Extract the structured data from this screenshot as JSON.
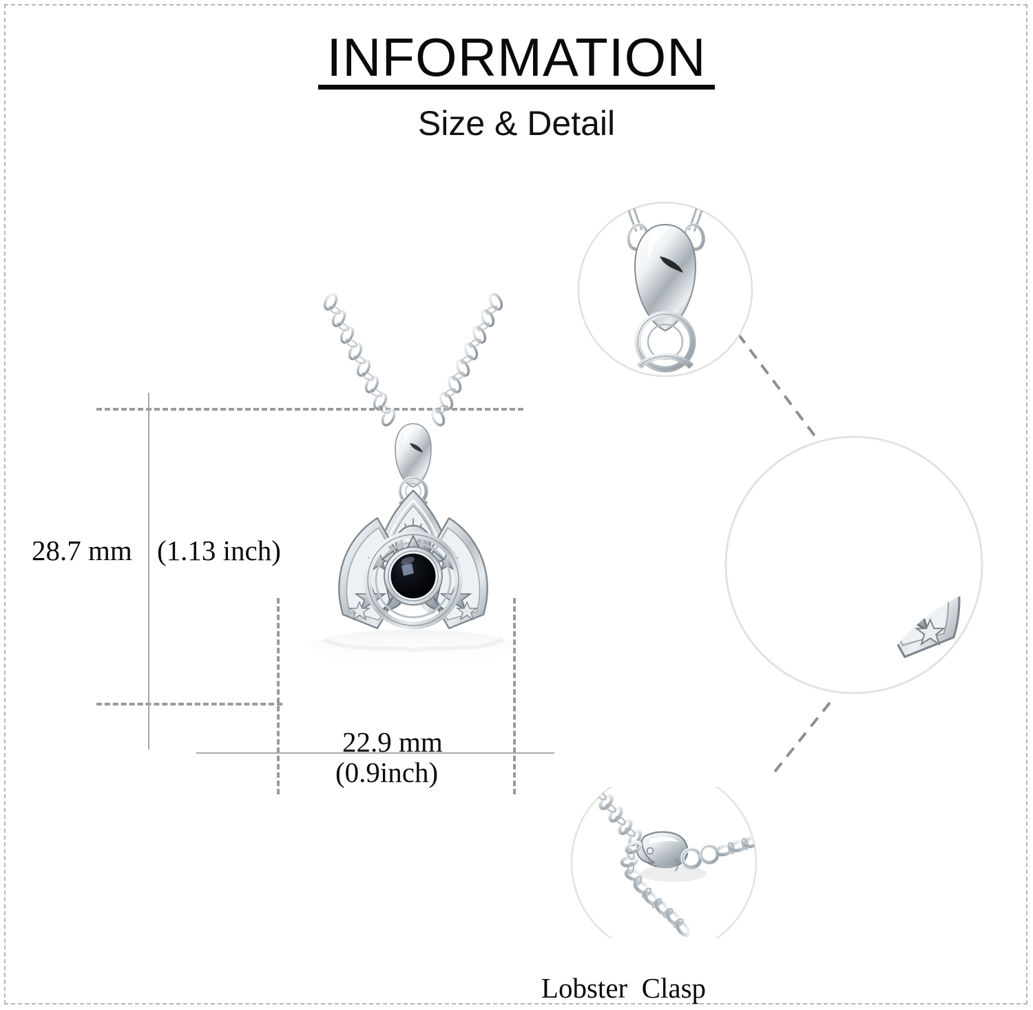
{
  "header": {
    "title": "INFORMATION",
    "subtitle": "Size & Detail"
  },
  "measurements": {
    "height_mm": "28.7 mm",
    "height_inch": "(1.13 inch)",
    "width_mm": "22.9 mm",
    "width_inch": "(0.9inch)"
  },
  "callouts": {
    "clasp_label": "Lobster  Clasp"
  },
  "product": {
    "type": "necklace",
    "pendant": "celtic-triquetra-sun-moon-star-pendant",
    "gemstone_color": "#0a0a12",
    "metal_color": "#d9dde1",
    "chain_style": "cable-chain",
    "clasp_style": "lobster-clasp"
  },
  "styling": {
    "frame_dash_color": "#b5b5b5",
    "guide_dash_color": "#9a9a9a",
    "guide_solid_color": "#a8a8a8",
    "text_color": "#0a0a0a",
    "background": "#ffffff"
  }
}
